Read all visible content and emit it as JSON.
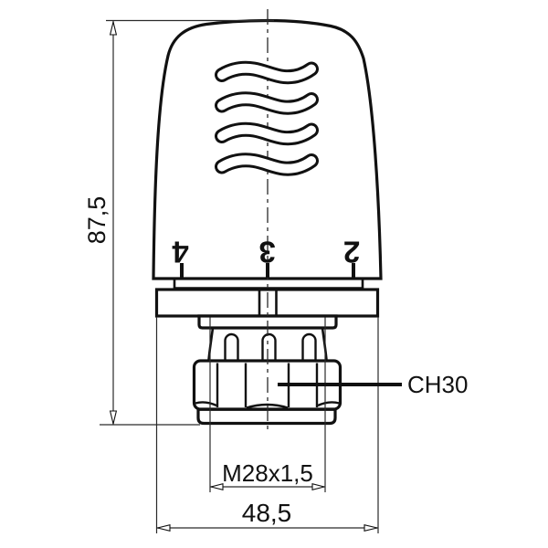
{
  "drawing": {
    "dial_numbers": [
      "4",
      "3",
      "2"
    ],
    "dimension_labels": {
      "overall_height": "87,5",
      "overall_width": "48,5",
      "thread": "M28x1,5",
      "wrench_size": "CH30"
    },
    "colors": {
      "line": "#111111",
      "background": "#ffffff"
    }
  }
}
